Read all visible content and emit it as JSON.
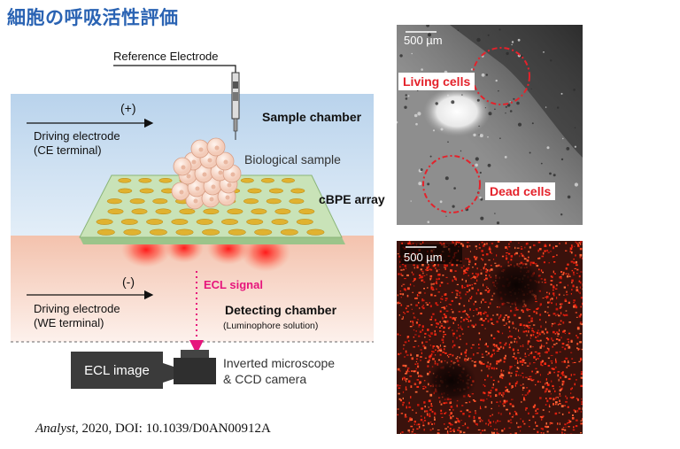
{
  "title": "細胞の呼吸活性評価",
  "diagram": {
    "reference_electrode": "Reference  Electrode",
    "plus_sign": "(+)",
    "minus_sign": "(-)",
    "driving_electrode_ce": "Driving electrode",
    "ce_terminal": "(CE terminal)",
    "driving_electrode_we": "Driving electrode",
    "we_terminal": "(WE terminal)",
    "sample_chamber": "Sample chamber",
    "biological_sample": "Biological sample",
    "cbpe_array": "cBPE array",
    "ecl_signal": "ECL signal",
    "detecting_chamber": "Detecting chamber",
    "luminophore_solution": "(Luminophore solution)",
    "ecl_image": "ECL image",
    "inverted_microscope": "Inverted microscope",
    "ccd_camera": "& CCD camera"
  },
  "citation": {
    "journal": "Analyst",
    "rest": ", 2020, DOI: 10.1039/D0AN00912A"
  },
  "micrographs": {
    "top_scale": "500 µm",
    "living_cells": "Living cells",
    "dead_cells": "Dead cells",
    "bottom_scale": "500 µm"
  },
  "colors": {
    "title": "#2a63b3",
    "sample_chamber_bg": "#c7dcef",
    "detecting_chamber_bg": "#f7d9cc",
    "array_plate": "#c9e3b8",
    "electrode_disc": "#e0b230",
    "ecl_signal": "#e6157c",
    "annotation_red": "#e4222b"
  }
}
